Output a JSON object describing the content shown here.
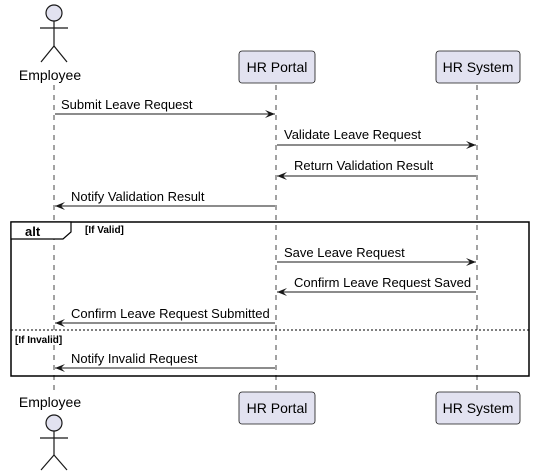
{
  "participants": {
    "employee": {
      "label": "Employee",
      "kind": "actor"
    },
    "portal": {
      "label": "HR Portal",
      "kind": "participant"
    },
    "system": {
      "label": "HR System",
      "kind": "participant"
    }
  },
  "messages": [
    {
      "text": "Submit Leave Request",
      "from": "employee",
      "to": "portal"
    },
    {
      "text": "Validate Leave Request",
      "from": "portal",
      "to": "system"
    },
    {
      "text": "Return Validation Result",
      "from": "system",
      "to": "portal"
    },
    {
      "text": "Notify Validation Result",
      "from": "portal",
      "to": "employee"
    },
    {
      "text": "Save Leave Request",
      "from": "portal",
      "to": "system"
    },
    {
      "text": "Confirm Leave Request Saved",
      "from": "system",
      "to": "portal"
    },
    {
      "text": "Confirm Leave Request Submitted",
      "from": "portal",
      "to": "employee"
    },
    {
      "text": "Notify Invalid Request",
      "from": "portal",
      "to": "employee"
    }
  ],
  "fragment": {
    "operator": "alt",
    "guard_1": "[If Valid]",
    "guard_2": "[If Invalid]"
  },
  "colors": {
    "participant_fill": "#e2e2f0",
    "participant_stroke": "#181818",
    "line": "#181818"
  }
}
